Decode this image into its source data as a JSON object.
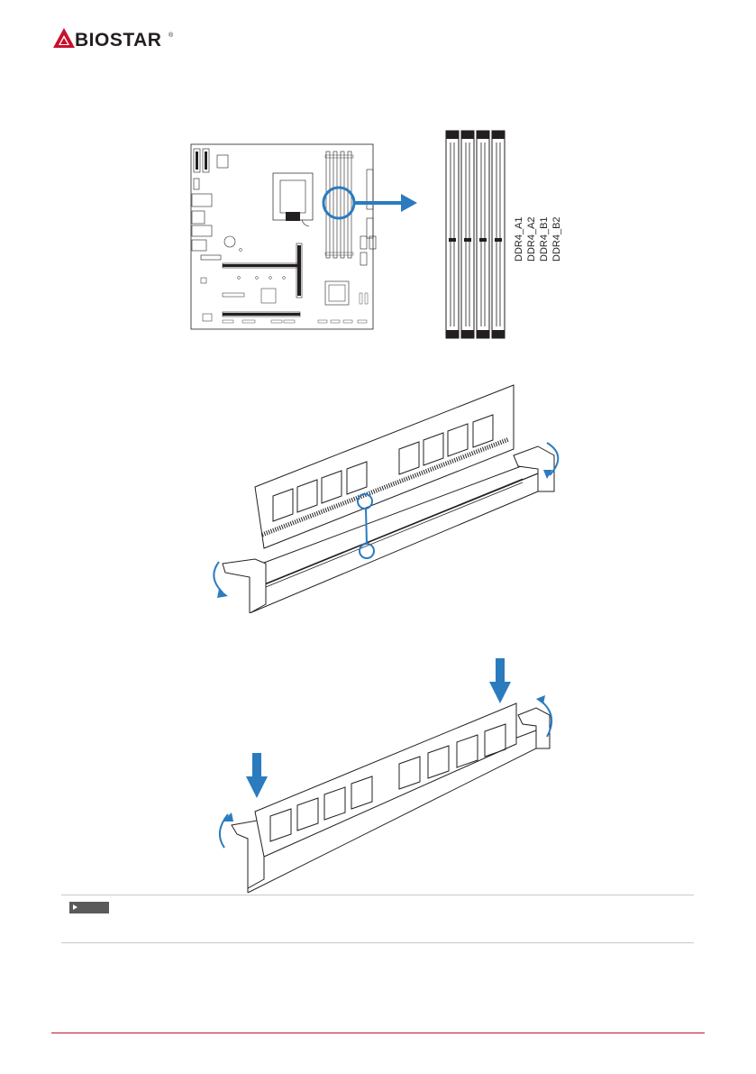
{
  "header": {
    "brand_name": "BIOSTAR",
    "brand_mark": "®",
    "brand_icon": "biostar-triangle-logo-icon",
    "brand_color": "#c8102e"
  },
  "memory_slots": {
    "labels": [
      "DDR4_A1",
      "DDR4_A2",
      "DDR4_B1",
      "DDR4_B2"
    ]
  },
  "note": {
    "tag_icon": "note-arrow-icon",
    "tag_label": ""
  },
  "colors": {
    "accent_blue": "#2b7bbf",
    "outline": "#231f20",
    "footer_rule": "#c8102e"
  }
}
